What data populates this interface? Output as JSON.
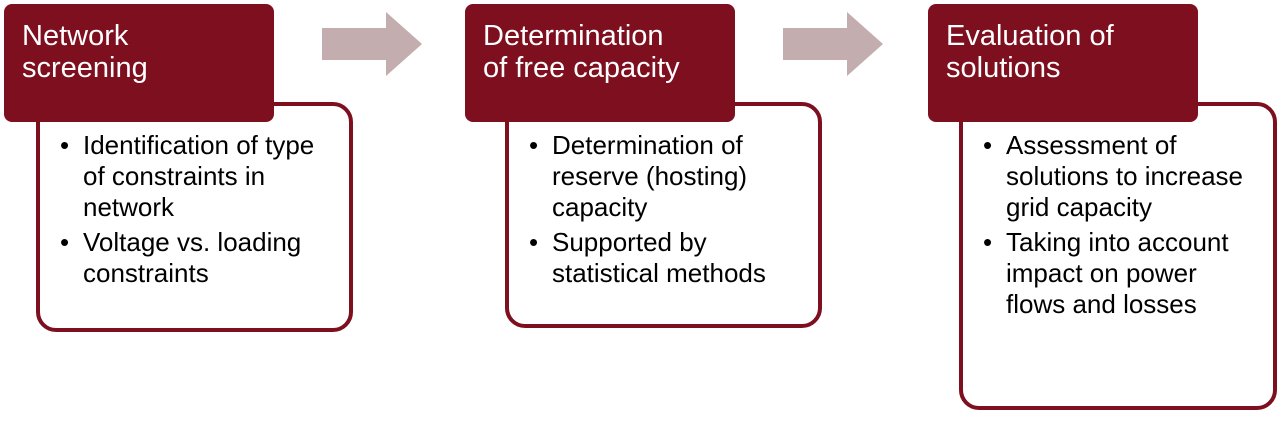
{
  "colors": {
    "header_fill": "#7d0f1f",
    "header_text": "#ffffff",
    "card_border": "#7d0f1f",
    "arrow_fill": "#c3adaf"
  },
  "steps": [
    {
      "title_lines": [
        "Network",
        "screening"
      ],
      "bullets": [
        "Identification of type of constraints in network",
        "Voltage vs. loading constraints"
      ]
    },
    {
      "title_lines": [
        "Determination",
        "of free capacity"
      ],
      "bullets": [
        "Determination of reserve (hosting) capacity",
        "Supported by statistical methods"
      ]
    },
    {
      "title_lines": [
        "Evaluation of",
        "solutions"
      ],
      "bullets": [
        "Assessment of solutions to increase grid capacity",
        "Taking into account impact on power flows and losses"
      ]
    }
  ],
  "connectors": [
    {
      "icon": "right-arrow-icon"
    },
    {
      "icon": "right-arrow-icon"
    }
  ]
}
